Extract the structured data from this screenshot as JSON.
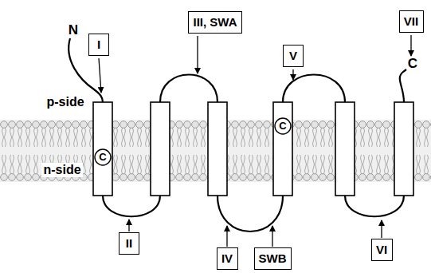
{
  "diagram": {
    "nodes": [
      {
        "text": [
          "I"
        ]
      },
      {
        "text": [
          "III, SWA"
        ]
      },
      {
        "text": [
          "V"
        ]
      },
      {
        "text": [
          "VII"
        ]
      },
      {
        "text": [
          "C"
        ]
      },
      {
        "text": [
          "C"
        ]
      },
      {
        "text": [
          "II"
        ]
      },
      {
        "text": [
          "IV"
        ]
      },
      {
        "text": [
          "SWB"
        ]
      },
      {
        "text": [
          "VI"
        ]
      }
    ],
    "labels": [
      "N",
      "p-side",
      "n-side",
      "C"
    ]
  }
}
